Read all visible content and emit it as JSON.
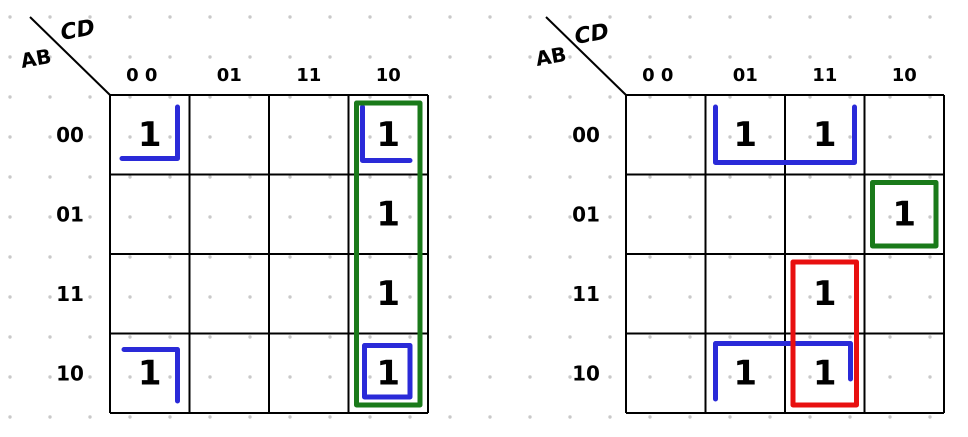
{
  "colors": {
    "grid": "#000000",
    "dot": "#c9c9c9",
    "ink": "#000000"
  },
  "maps": [
    {
      "corner": {
        "row_var": "AB",
        "col_var": "CD"
      },
      "col_labels": [
        "0 0",
        "01",
        "11",
        "10"
      ],
      "row_labels": [
        "00",
        "01",
        "11",
        "10"
      ],
      "cells": [
        [
          "1",
          "",
          "",
          "1"
        ],
        [
          "",
          "",
          "",
          "1"
        ],
        [
          "",
          "",
          "",
          "1"
        ],
        [
          "1",
          "",
          "",
          "1"
        ]
      ],
      "groups": [
        {
          "color": "#2a2ad8",
          "kind": "bracket-bottom-right",
          "cell": [
            0,
            0
          ]
        },
        {
          "color": "#2a2ad8",
          "kind": "bracket-top-right",
          "cell": [
            3,
            0
          ]
        },
        {
          "color": "#2a2ad8",
          "kind": "bracket-bottom-left",
          "cell": [
            0,
            3
          ]
        },
        {
          "color": "#2a2ad8",
          "kind": "bracket-top-left",
          "cell": [
            3,
            3
          ]
        },
        {
          "color": "#1a7a1a",
          "kind": "box",
          "rows": [
            0,
            3
          ],
          "cols": [
            3,
            3
          ]
        }
      ]
    },
    {
      "corner": {
        "row_var": "AB",
        "col_var": "CD"
      },
      "col_labels": [
        "0 0",
        "01",
        "11",
        "10"
      ],
      "row_labels": [
        "00",
        "01",
        "11",
        "10"
      ],
      "cells": [
        [
          "",
          "1",
          "1",
          ""
        ],
        [
          "",
          "",
          "",
          "1"
        ],
        [
          "",
          "",
          "1",
          ""
        ],
        [
          "",
          "1",
          "1",
          ""
        ]
      ],
      "groups": [
        {
          "color": "#2a2ad8",
          "kind": "bracket-bottom",
          "rows": [
            0,
            0
          ],
          "cols": [
            1,
            2
          ]
        },
        {
          "color": "#2a2ad8",
          "kind": "bracket-top",
          "rows": [
            3,
            3
          ],
          "cols": [
            1,
            2
          ]
        },
        {
          "color": "#1a7a1a",
          "kind": "box",
          "rows": [
            1,
            1
          ],
          "cols": [
            3,
            3
          ]
        },
        {
          "color": "#e81010",
          "kind": "box",
          "rows": [
            2,
            3
          ],
          "cols": [
            2,
            2
          ]
        }
      ]
    }
  ]
}
